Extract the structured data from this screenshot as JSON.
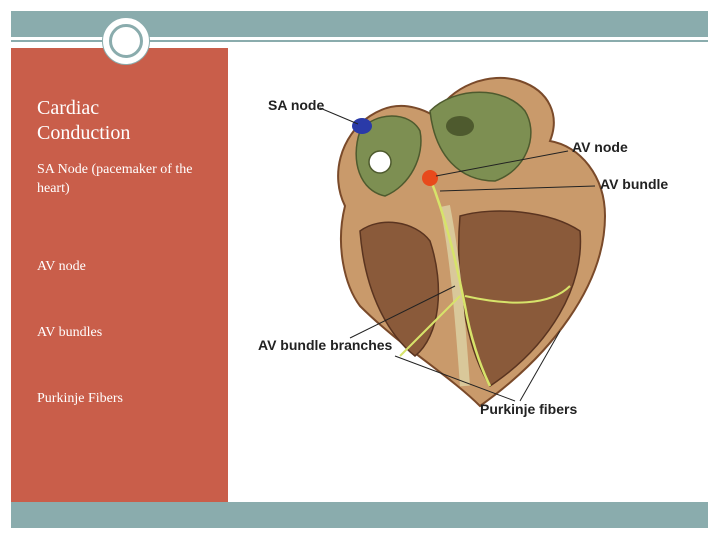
{
  "slide": {
    "title": "Cardiac\nConduction",
    "bullets": [
      "SA Node (pacemaker of the heart)",
      "AV node",
      "AV bundles",
      "Purkinje Fibers"
    ]
  },
  "diagram": {
    "labels": {
      "sa_node": "SA node",
      "av_node": "AV node",
      "av_bundle": "AV bundle",
      "av_bundle_branches": "AV bundle branches",
      "purkinje_fibers": "Purkinje fibers"
    },
    "colors": {
      "panel": "#c95e4a",
      "accent": "#8aacad"
    }
  }
}
